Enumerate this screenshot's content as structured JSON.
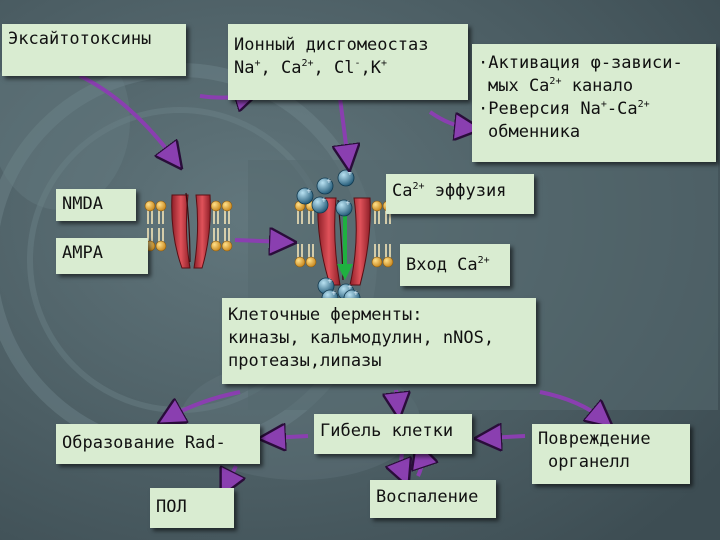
{
  "colors": {
    "box_fill": "#d9ecd1",
    "arrow_purple": "#8a3fb0",
    "channel_red": "#c4323c",
    "ion_blue": "#2f6e8f",
    "lipid_head": "#e1a52e",
    "gradient_arrow": "#1fb040"
  },
  "boxes": {
    "excitotoxins": "Эксайтотоксины",
    "ion_dyshomeostasis": {
      "line1": "Ионный дисгомеостаз",
      "ions": [
        "Na",
        "+",
        ", Ca",
        "2+",
        ", Cl",
        "-",
        ",K",
        "+"
      ]
    },
    "activation": {
      "line1": "·Активация φ-зависи-",
      "line2_pre": "мых Ca",
      "line2_sup": "2+",
      "line2_post": " канало",
      "line3_pre": "·Реверсия Na",
      "line3_sup1": "+",
      "line3_mid": "-Ca",
      "line3_sup2": "2+",
      "line4": "обменника"
    },
    "nmda": "NMDA",
    "ampa": "AMPA",
    "ca_efflux": {
      "pre": "Ca",
      "sup": "2+",
      "post": " эффузия"
    },
    "ca_entry": {
      "pre": "Вход Ca",
      "sup": "2+"
    },
    "enzymes": {
      "line1": "Клеточные ферменты:",
      "line2": "киназы, кальмодулин, nNOS,",
      "line3": "протеазы,липазы"
    },
    "rad_formation": "Образование Rad-",
    "cell_death": "Гибель клетки",
    "organelle_damage": {
      "line1": "Повреждение",
      "line2": "органелл"
    },
    "pol": "ПОЛ",
    "inflammation": "Воспаление"
  }
}
